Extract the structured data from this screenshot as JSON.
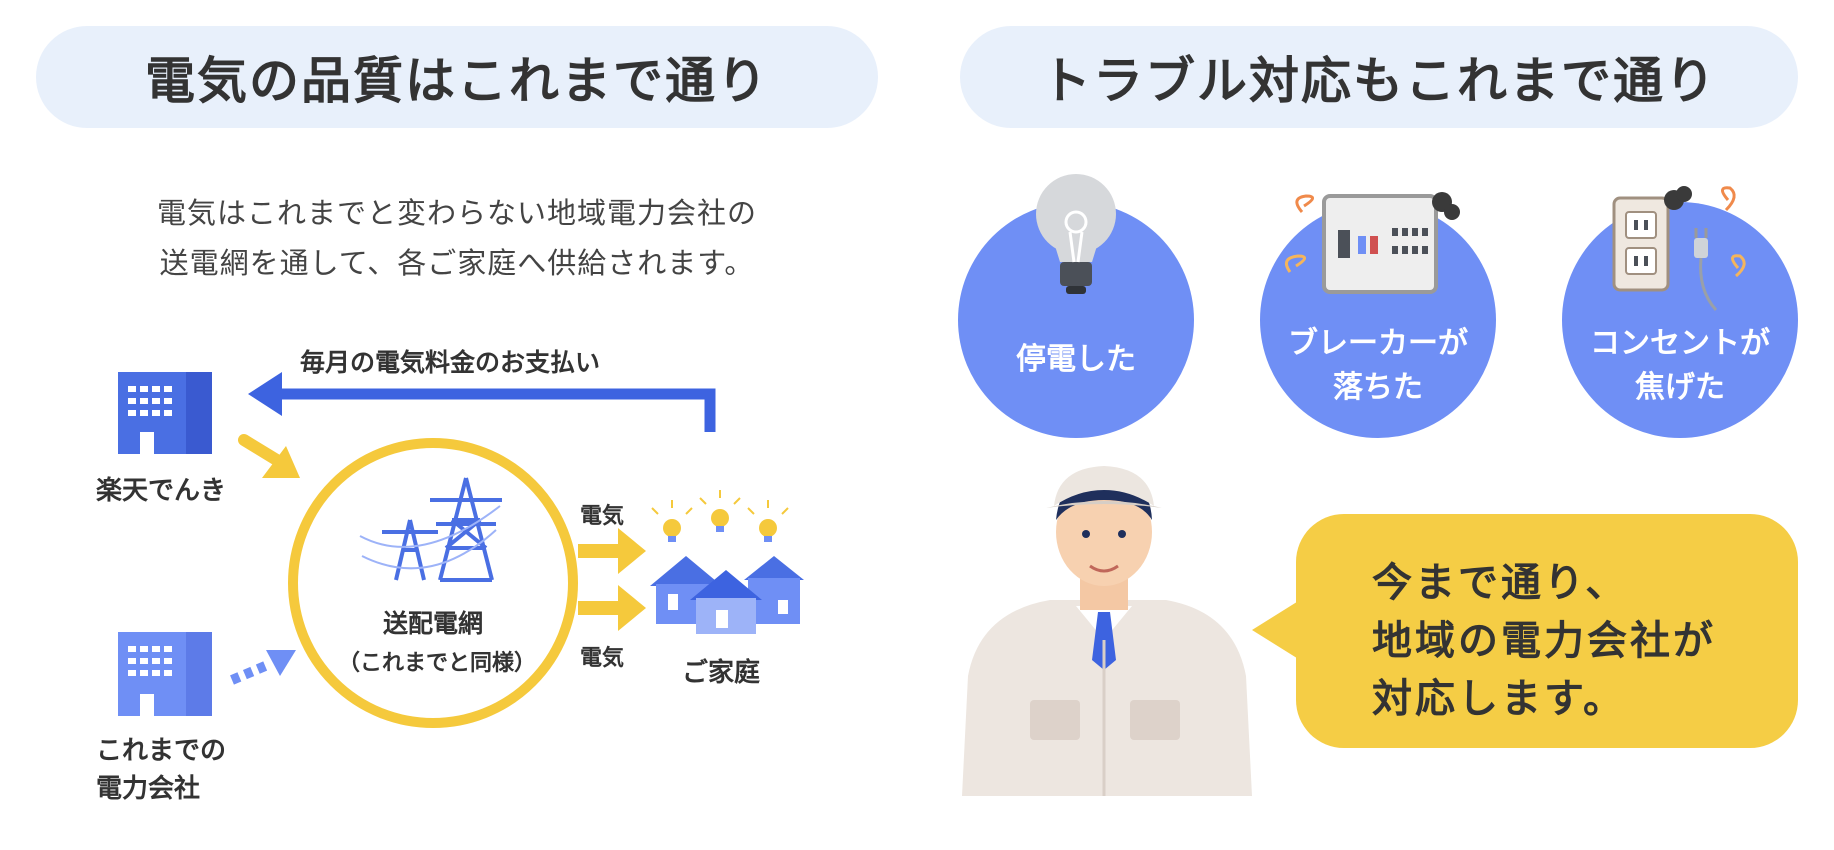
{
  "left_panel": {
    "title": "電気の品質はこれまで通り",
    "description": [
      "電気はこれまでと変わらない地域電力会社の",
      "送電網を通して、各ご家庭へ供給されます。"
    ],
    "payment_label": "毎月の電気料金のお支払い",
    "rakuten_label": "楽天でんき",
    "old_company_label": [
      "これまでの",
      "電力会社"
    ],
    "grid_label": [
      "送配電網",
      "（これまでと同様）"
    ],
    "electricity_label_top": "電気",
    "electricity_label_bottom": "電気",
    "home_label": "ご家庭"
  },
  "right_panel": {
    "title": "トラブル対応もこれまで通り",
    "circles": [
      {
        "lines": [
          "停電した"
        ],
        "icon": "lightbulb-icon"
      },
      {
        "lines": [
          "ブレーカーが",
          "落ちた"
        ],
        "icon": "breaker-panel-icon"
      },
      {
        "lines": [
          "コンセントが",
          "焦げた"
        ],
        "icon": "outlet-icon"
      }
    ],
    "bubble_lines": [
      "今まで通り、",
      "地域の電力会社が",
      "対応します。"
    ]
  },
  "colors": {
    "pill_bg": "#e8f0fb",
    "blue": "#6f8ff5",
    "blue_dark": "#3d63e0",
    "yellow": "#f5c93c",
    "bubble": "#f5cd45"
  }
}
